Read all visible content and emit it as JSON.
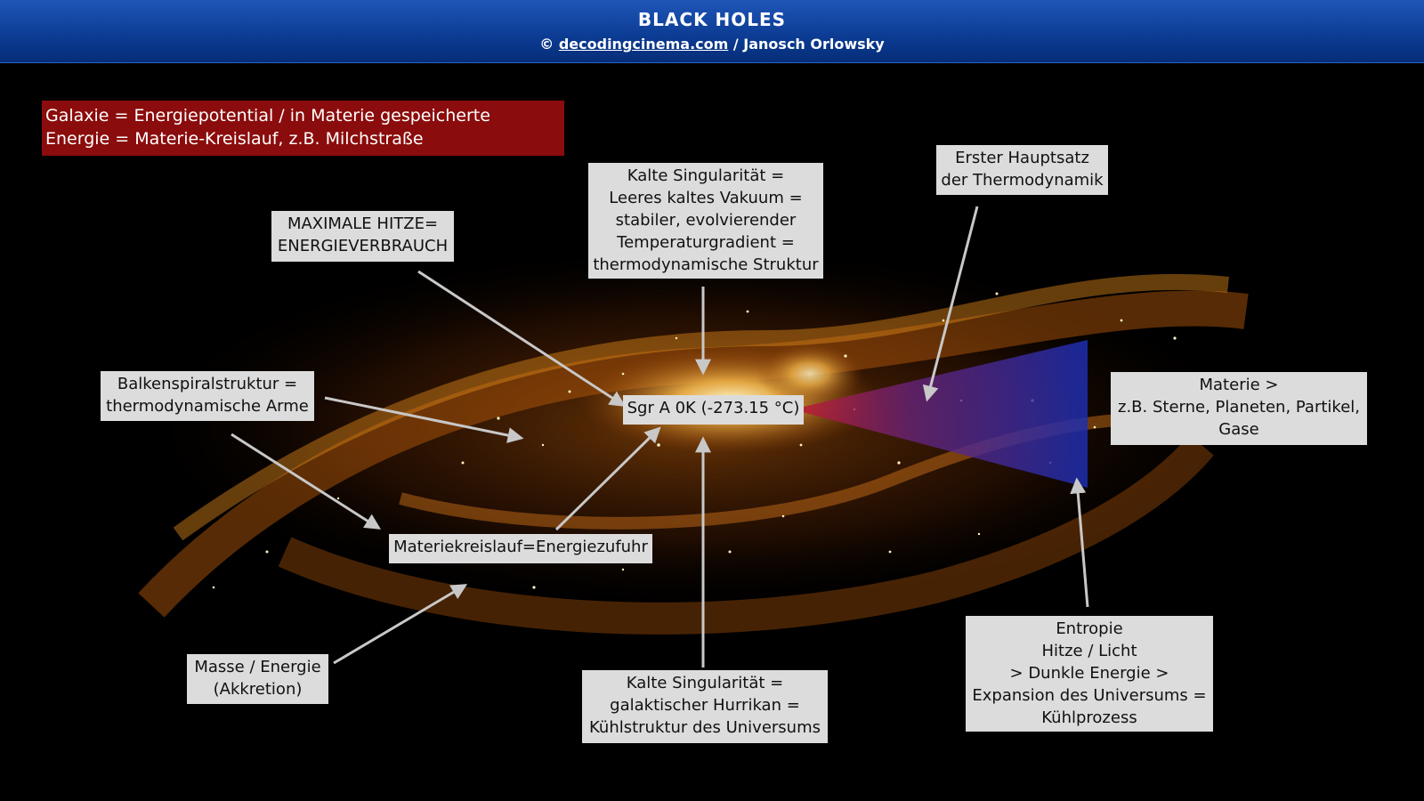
{
  "header": {
    "title": "BLACK HOLES",
    "credit_prefix": "© ",
    "credit_link": "decodingcinema.com",
    "credit_suffix": " / Janosch Orlowsky"
  },
  "intro_box": "Galaxie = Energiepotential / in Materie gespeicherte\nEnergie = Materie-Kreislauf, z.B. Milchstraße",
  "labels": {
    "max_heat": "MAXIMALE HITZE=\nENERGIEVERBRAUCH",
    "cold_sing_top": "Kalte Singularität =\nLeeres kaltes Vakuum =\nstabiler, evolvierender\nTemperaturgradient =\nthermodynamische Struktur",
    "first_law": "Erster Hauptsatz\nder Thermodynamik",
    "bar_spiral": "Balkenspiralstruktur =\nthermodynamische Arme",
    "sgr_a": "Sgr A 0K (-273.15 °C)",
    "matter": "Materie >\nz.B. Sterne, Planeten, Partikel,\nGase",
    "matter_cycle": "Materiekreislauf=Energiezufuhr",
    "mass_energy": "Masse / Energie\n(Akkretion)",
    "cold_sing_bottom": "Kalte Singularität =\ngalaktischer Hurrikan =\nKühlstruktur des Universums",
    "entropy": "Entropie\nHitze / Licht\n> Dunkle Energie >\nExpansion des Universums =\nKühlprozess"
  },
  "colors": {
    "header_blue": "#0b3b92",
    "intro_red": "#8b0c0c",
    "label_gray": "#dcdcdc",
    "cone_red": "#b01e2a",
    "cone_blue": "#1a2aa8",
    "galaxy_orange": "#e07a10"
  }
}
